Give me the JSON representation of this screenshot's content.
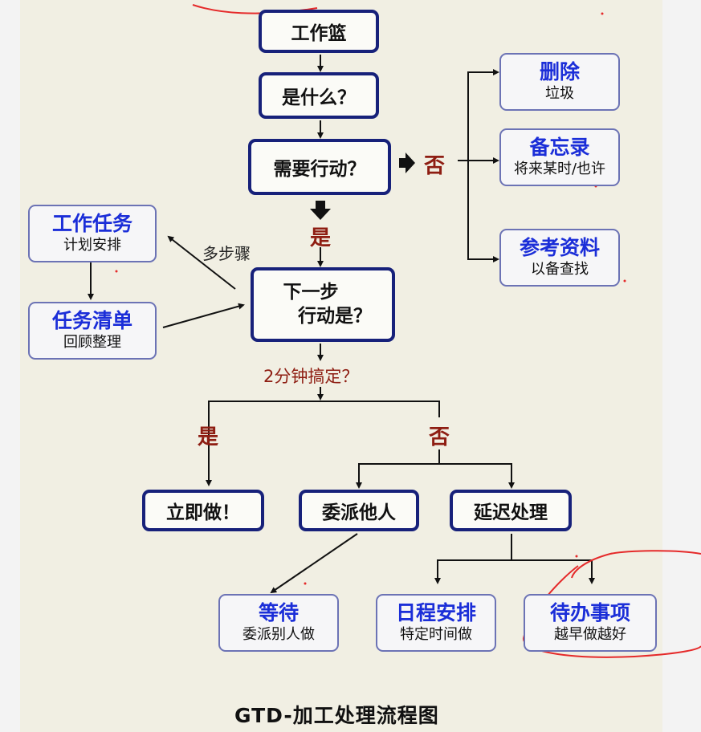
{
  "flow": {
    "inbox": "工作篮",
    "what": "是什么？",
    "need_action": "需要行动？",
    "next_step_line1": "下一步",
    "next_step_line2": "行动是？",
    "do_now": "立即做！",
    "delegate": "委派他人",
    "defer": "延迟处理"
  },
  "labels": {
    "no": "否",
    "yes": "是",
    "multi_step": "多步骤",
    "two_minutes": "2分钟搞定？"
  },
  "side_boxes": {
    "trash": {
      "title": "删除",
      "sub": "垃圾"
    },
    "someday": {
      "title": "备忘录",
      "sub": "将来某时/也许"
    },
    "reference": {
      "title": "参考资料",
      "sub": "以备查找"
    },
    "project": {
      "title": "工作任务",
      "sub": "计划安排"
    },
    "task_list": {
      "title": "任务清单",
      "sub": "回顾整理"
    },
    "waiting": {
      "title": "等待",
      "sub": "委派别人做"
    },
    "calendar": {
      "title": "日程安排",
      "sub": "特定时间做"
    },
    "todo": {
      "title": "待办事项",
      "sub": "越早做越好"
    }
  },
  "caption": "GTD-加工处理流程图",
  "colors": {
    "main_border": "#17217a",
    "side_title": "#1b2ed8",
    "label_red": "#8e1d12",
    "background": "#f1efe3",
    "annotation_red": "#e52a2a"
  }
}
